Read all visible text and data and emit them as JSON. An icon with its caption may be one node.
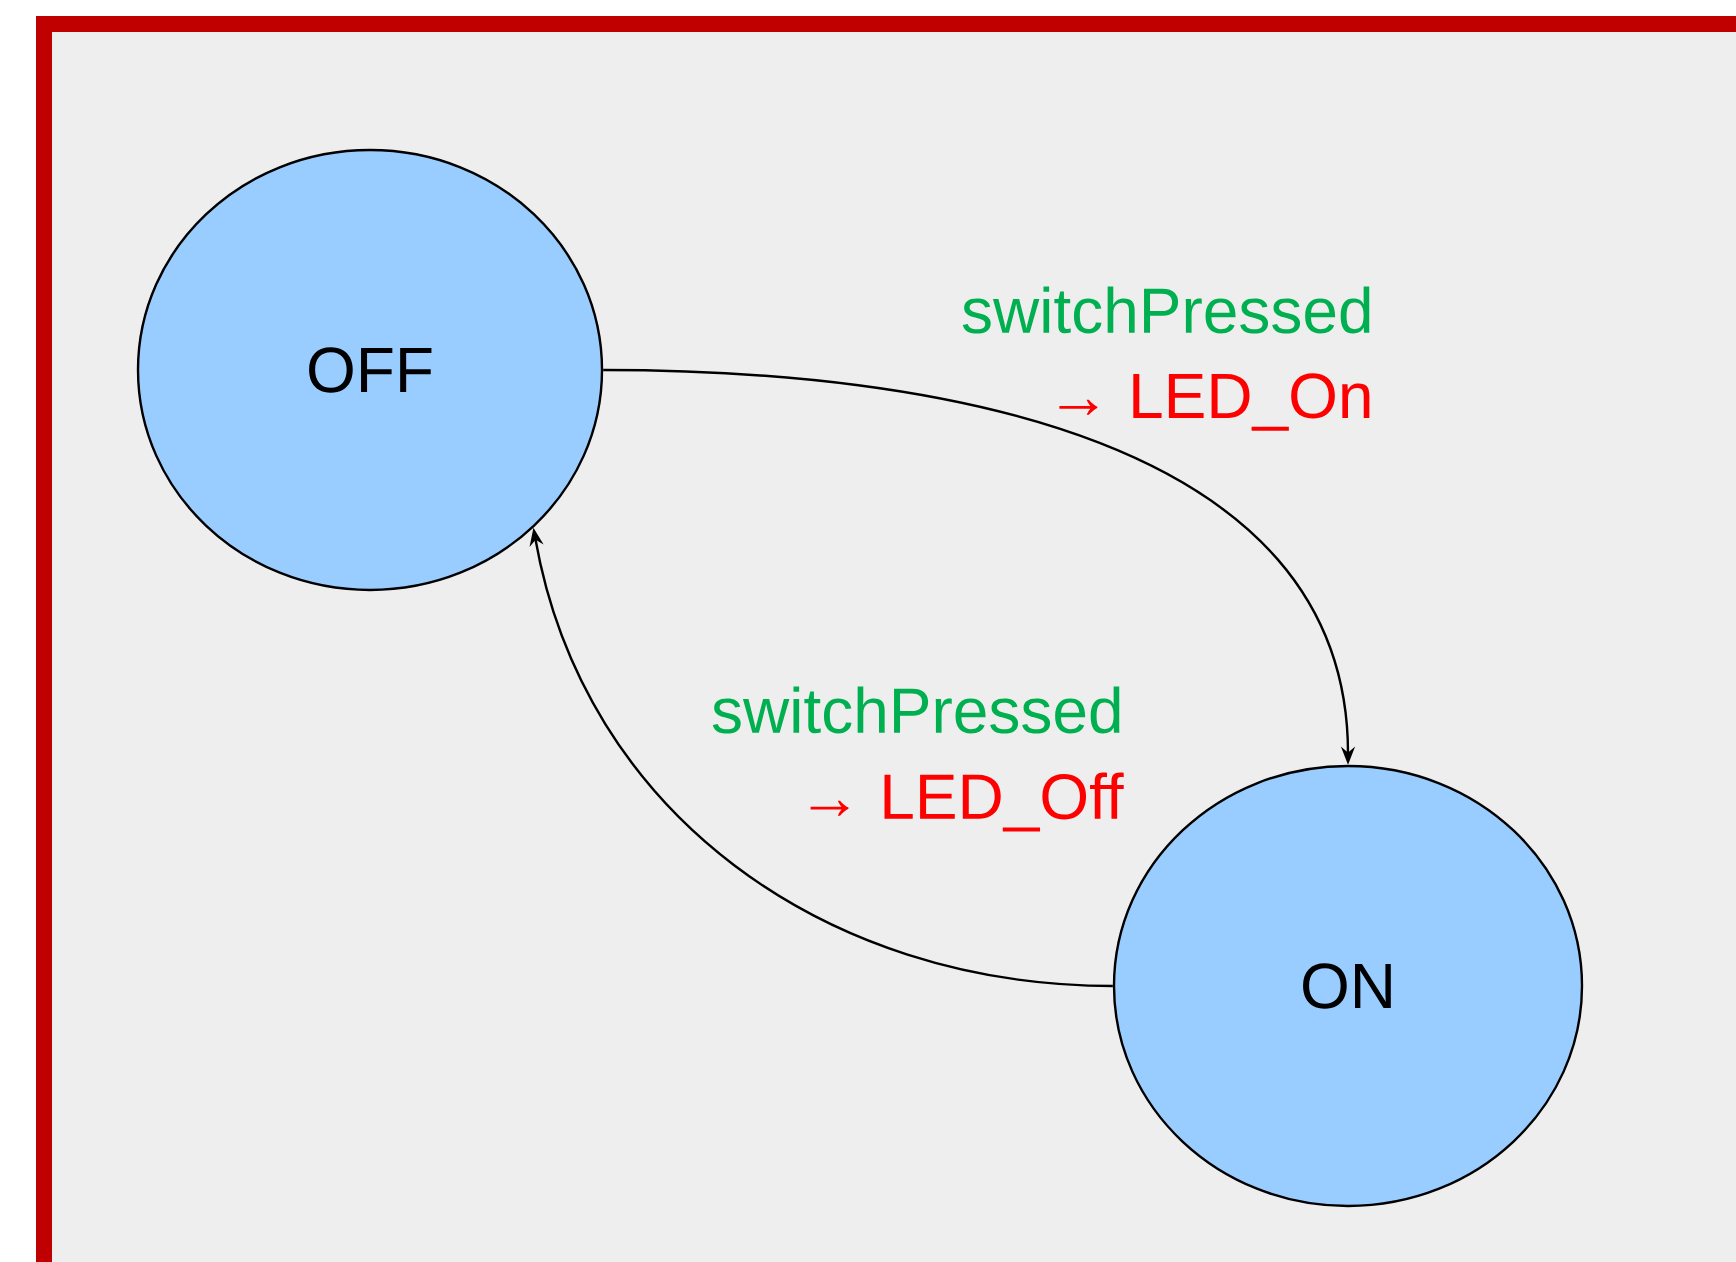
{
  "diagram": {
    "nodes": [
      {
        "text": [
          "OFF"
        ]
      },
      {
        "text": [
          "ON"
        ]
      }
    ],
    "edges": [
      {
        "from": 0,
        "to": 1,
        "arrow": "to",
        "label": "switchPressed"
      },
      {
        "from": 1,
        "to": 0,
        "arrow": "to",
        "label": "switchPressed"
      }
    ],
    "labels": [
      "→ LED_On",
      "→ LED_Off"
    ]
  }
}
